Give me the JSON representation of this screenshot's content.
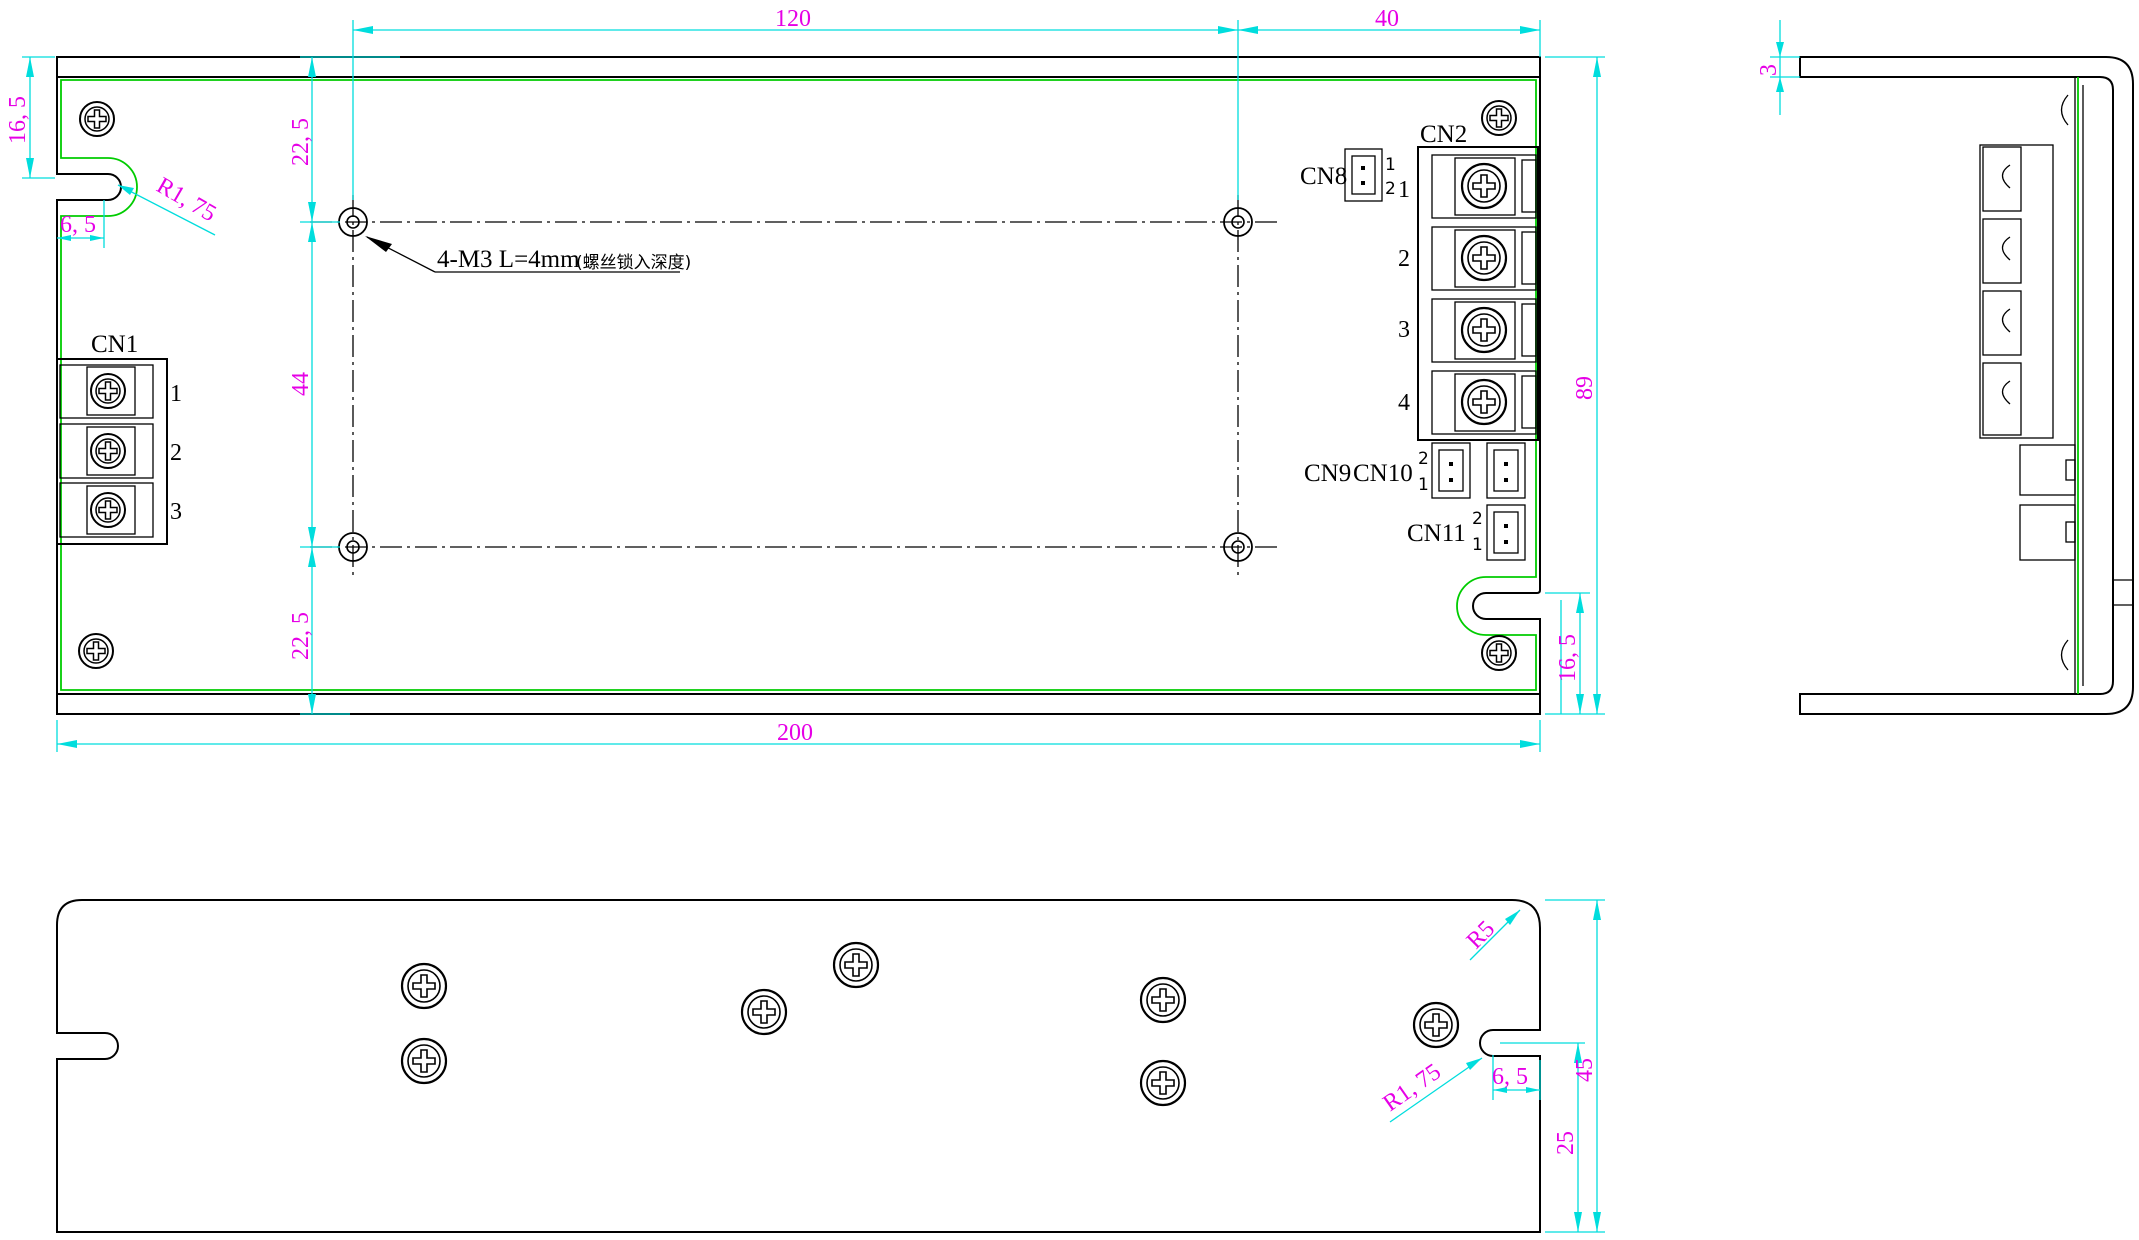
{
  "colors": {
    "dimension_line": "#00dddd",
    "dimension_text": "#e600e6",
    "pcb_outline": "#00cc00",
    "drawing_line": "#000000"
  },
  "dimensions": {
    "top_120": "120",
    "top_40": "40",
    "overall_200": "200",
    "height_89": "89",
    "left_16_5": "16, 5",
    "left_6_5": "6, 5",
    "radius_left": "R1, 75",
    "vert_22_5_top": "22, 5",
    "vert_44": "44",
    "vert_22_5_bottom": "22, 5",
    "right_16_5": "16, 5",
    "side_3": "3",
    "bottom_r5": "R5",
    "bottom_r1_75": "R1, 75",
    "bottom_6_5": "6, 5",
    "bottom_45": "45",
    "bottom_25": "25"
  },
  "callout": {
    "text": "4-M3  L=4mm",
    "note": "(螺丝锁入深度)"
  },
  "connectors": {
    "cn1": {
      "label": "CN1",
      "pins": [
        "1",
        "2",
        "3"
      ]
    },
    "cn2": {
      "label": "CN2",
      "pins": [
        "1",
        "2",
        "3",
        "4"
      ]
    },
    "cn8": {
      "label": "CN8",
      "pins": [
        "1",
        "2"
      ]
    },
    "cn9": {
      "label": "CN9",
      "pins": [
        "2",
        "1"
      ]
    },
    "cn10": {
      "label": "CN10"
    },
    "cn11": {
      "label": "CN11",
      "pins": [
        "2",
        "1"
      ]
    }
  }
}
